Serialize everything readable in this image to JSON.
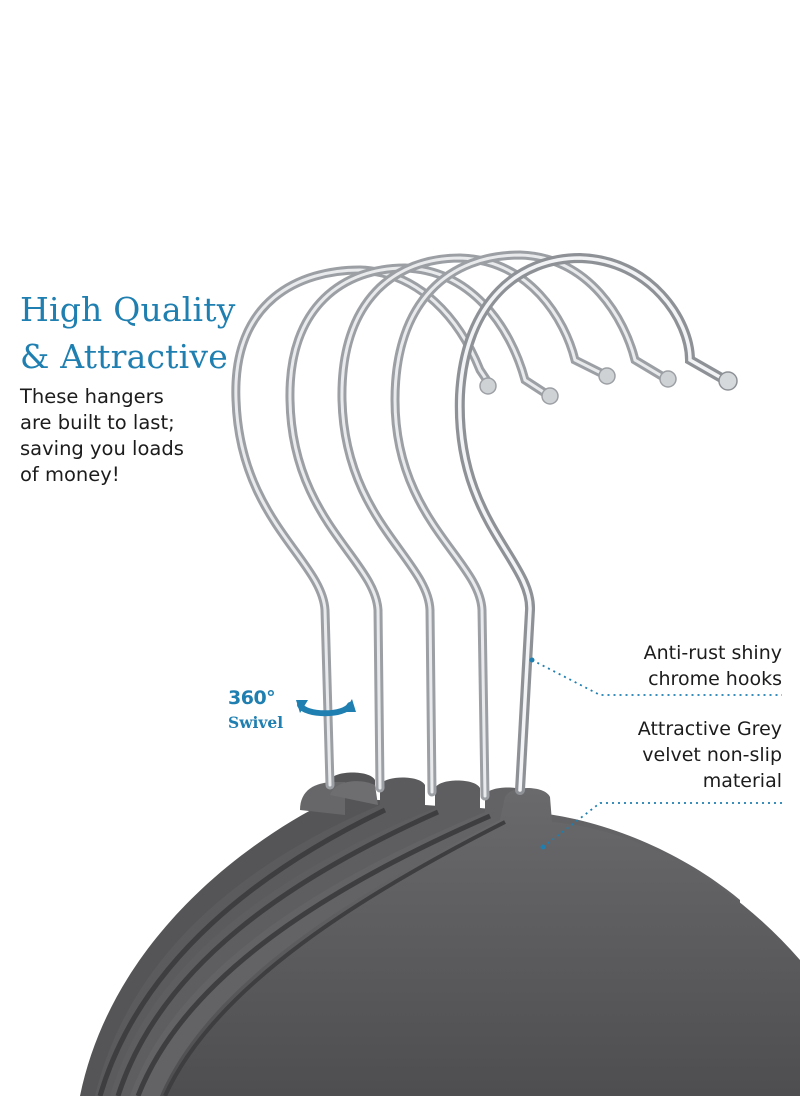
{
  "headline": {
    "line1": "High Quality",
    "line2": "& Attractive"
  },
  "description": {
    "line1": "These hangers",
    "line2": "are built to last;",
    "line3": "saving you loads",
    "line4": "of money!"
  },
  "callouts": {
    "hooks": {
      "line1": "Anti-rust shiny",
      "line2": "chrome hooks"
    },
    "material": {
      "line1": "Attractive Grey",
      "line2": "velvet non-slip",
      "line3": "material"
    }
  },
  "swivel": {
    "degrees": "360°",
    "label": "Swivel"
  },
  "colors": {
    "accent": "#1f7fb0",
    "velvet": "#5e5e60",
    "chrome": "#c8cbcf",
    "text": "#1c1c1c",
    "dotted_line": "#1f7fb0"
  }
}
